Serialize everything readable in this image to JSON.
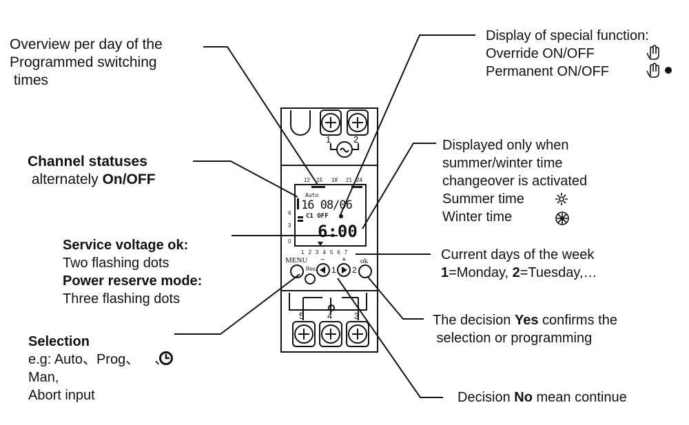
{
  "labels": {
    "overview": [
      "Overview per day of the",
      "Programmed switching",
      " times"
    ],
    "channel": {
      "line1": "Channel statuses",
      "line2_pre": " alternately ",
      "line2_bold": "On/OFF"
    },
    "service": {
      "title": "Service voltage ok:",
      "desc": "Two flashing dots"
    },
    "power": {
      "title": "Power reserve mode:",
      "desc": "Three flashing dots"
    },
    "selection": {
      "title": "Selection",
      "lines": [
        "e.g: Auto、Prog、",
        "、",
        "Man,",
        "Abort input"
      ]
    },
    "special": [
      "Display of special function:",
      "Override ON/OFF",
      "Permanent ON/OFF"
    ],
    "summer_winter": [
      "Displayed only when",
      "summer/winter time",
      "changeover is activated",
      "Summer time",
      "Winter time"
    ],
    "days": {
      "line1": "Current days of the week",
      "d1": "1",
      "d1_rest": "=Monday, ",
      "d2": "2",
      "d2_rest": "=Tuesday,…"
    },
    "yes": {
      "pre": "The decision ",
      "bold": "Yes",
      "post": " confirms the",
      "line2": " selection or programming"
    },
    "no": {
      "pre": "Decision ",
      "bold": "No",
      "post": " mean continue"
    }
  },
  "device": {
    "terminals_top": [
      "1",
      "2"
    ],
    "terminals_bottom": [
      "5",
      "4",
      "3"
    ],
    "scale_top": [
      "12",
      "15",
      "18",
      "21",
      "24"
    ],
    "scale_left": [
      "6",
      "3",
      "0"
    ],
    "lcd_mode": "Auto",
    "lcd_date": "16 08/06",
    "lcd_status": "C1 OFF",
    "lcd_time": "6:00",
    "day_numbers": [
      "1",
      "2",
      "3",
      "4",
      "5",
      "6",
      "7"
    ],
    "menu_label": "MENU",
    "res_label": "Res",
    "ok_label": "ok",
    "minus_label": "−",
    "plus_label": "+",
    "channel_1": "1",
    "channel_2": "2"
  },
  "icons": [
    "hand-override-icon",
    "hand-permanent-icon",
    "sun-icon",
    "winter-wheel-icon",
    "clock-icon"
  ]
}
